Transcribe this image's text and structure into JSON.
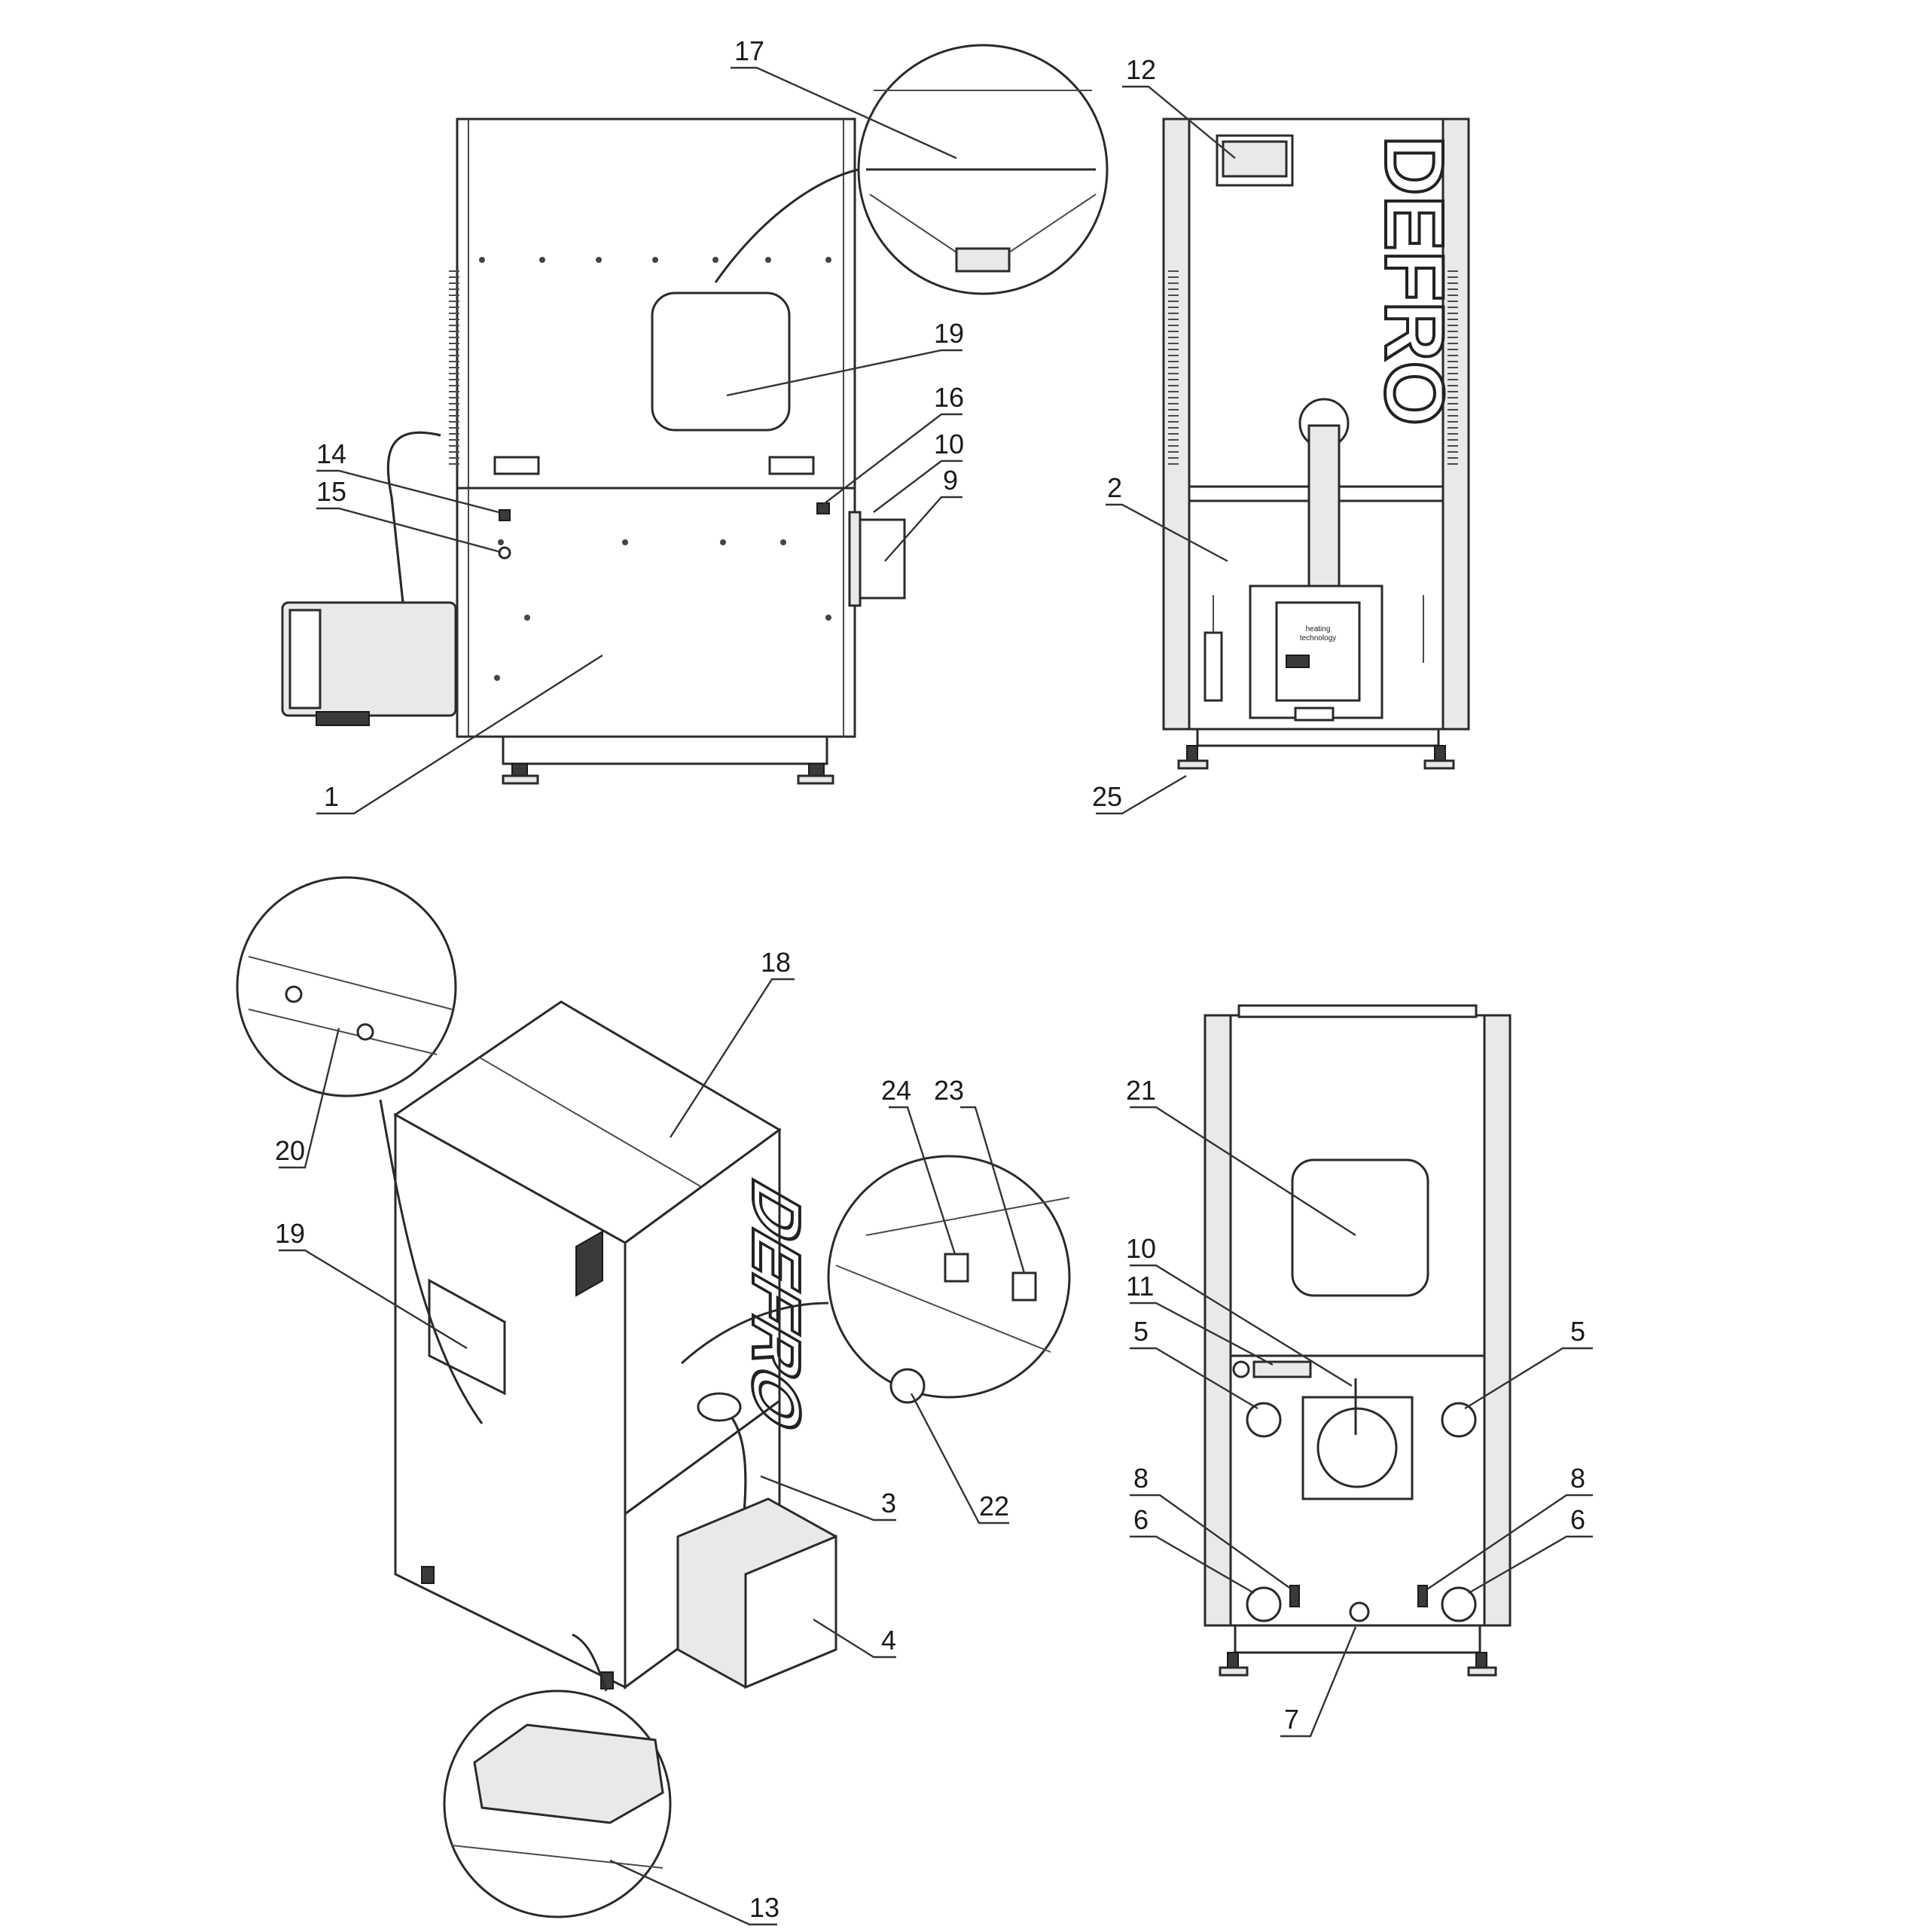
{
  "callouts": [
    {
      "id": "c1",
      "text": "1"
    },
    {
      "id": "c2",
      "text": "2"
    },
    {
      "id": "c3",
      "text": "3"
    },
    {
      "id": "c4",
      "text": "4"
    },
    {
      "id": "c5a",
      "text": "5"
    },
    {
      "id": "c5b",
      "text": "5"
    },
    {
      "id": "c6a",
      "text": "6"
    },
    {
      "id": "c6b",
      "text": "6"
    },
    {
      "id": "c7",
      "text": "7"
    },
    {
      "id": "c8a",
      "text": "8"
    },
    {
      "id": "c8b",
      "text": "8"
    },
    {
      "id": "c9",
      "text": "9"
    },
    {
      "id": "c10a",
      "text": "10"
    },
    {
      "id": "c10b",
      "text": "10"
    },
    {
      "id": "c11",
      "text": "11"
    },
    {
      "id": "c12",
      "text": "12"
    },
    {
      "id": "c13",
      "text": "13"
    },
    {
      "id": "c14",
      "text": "14"
    },
    {
      "id": "c15",
      "text": "15"
    },
    {
      "id": "c16",
      "text": "16"
    },
    {
      "id": "c17",
      "text": "17"
    },
    {
      "id": "c18",
      "text": "18"
    },
    {
      "id": "c19a",
      "text": "19"
    },
    {
      "id": "c19b",
      "text": "19"
    },
    {
      "id": "c20",
      "text": "20"
    },
    {
      "id": "c21",
      "text": "21"
    },
    {
      "id": "c22",
      "text": "22"
    },
    {
      "id": "c23",
      "text": "23"
    },
    {
      "id": "c24",
      "text": "24"
    },
    {
      "id": "c25",
      "text": "25"
    }
  ],
  "brand": {
    "logo": "DEFRO",
    "burner_line1": "heating",
    "burner_line2": "technology"
  }
}
